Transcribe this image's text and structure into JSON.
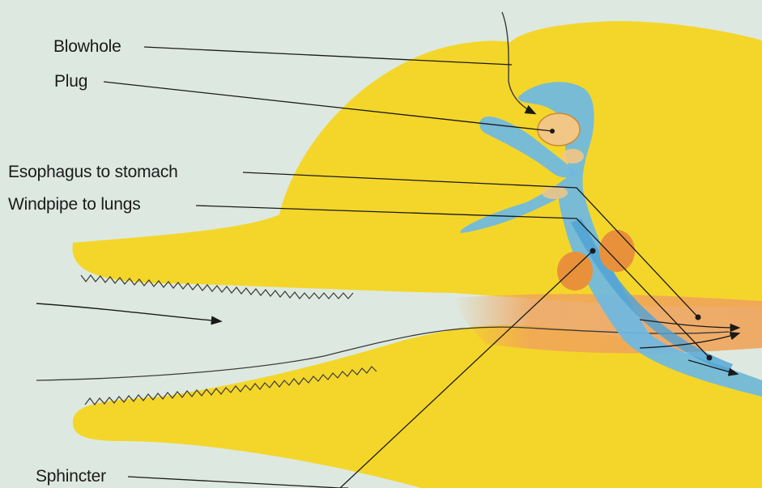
{
  "labels": {
    "blowhole": "Blowhole",
    "plug": "Plug",
    "esophagus": "Esophagus to stomach",
    "windpipe": "Windpipe to lungs",
    "sphincter": "Sphincter"
  },
  "colors": {
    "background": "#dde9e0",
    "body_yellow": "#f4d62a",
    "airway_blue": "#6cb8e4",
    "throat_orange": "#f0a45a",
    "sphincter_orange": "#e9913a",
    "plug_tan": "#f2c684",
    "leader_line": "#1a1a1a"
  }
}
